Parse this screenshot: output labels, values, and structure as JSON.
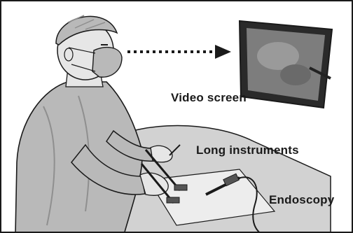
{
  "labels": {
    "video_screen": "Video screen",
    "long_instruments": "Long instruments",
    "endoscopy": "Endoscopy"
  },
  "colors": {
    "ink": "#1a1a1a",
    "gown": "#b9b9b9",
    "gown_shadow": "#8f8f8f",
    "drape": "#d2d2d2",
    "skin": "#e6e6e6",
    "monitor_frame": "#2a2a2a",
    "screen": "#7d7d7d"
  },
  "icons": [
    "surgeon-figure",
    "video-monitor",
    "dotted-arrow",
    "laparoscopic-instrument",
    "endoscope-camera"
  ]
}
